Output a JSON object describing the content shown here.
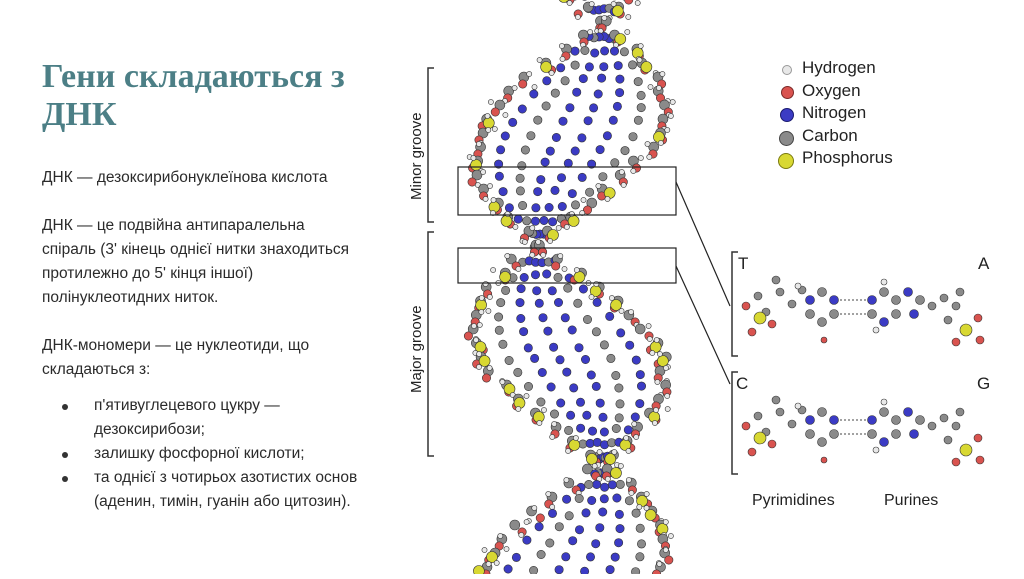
{
  "slide": {
    "title": "Гени складаються з ДНК",
    "paragraphs": [
      "ДНК — дезоксирибонуклеїнова кислота",
      "ДНК — це подвійна антипаралельна спіраль (3' кінець однієї нитки знаходиться протилежно до 5' кінця іншої) полінуклеотидних ниток.",
      "ДНК-мономери — це нуклеотиди, що складаються з:"
    ],
    "bullets": [
      "п'ятивуглецевого цукру — дезоксирибози;",
      "залишку фосфорної кислоти;",
      "та однієї з чотирьох азотистих основ (аденин, тимін, гуанін або цитозин)."
    ]
  },
  "figure": {
    "legend": [
      {
        "label": "Hydrogen",
        "color": "#e8e8e8"
      },
      {
        "label": "Oxygen",
        "color": "#d9534f"
      },
      {
        "label": "Nitrogen",
        "color": "#3b3bc4"
      },
      {
        "label": "Carbon",
        "color": "#8a8a8a"
      },
      {
        "label": "Phosphorus",
        "color": "#d8d832"
      }
    ],
    "grooves": {
      "minor": "Minor groove",
      "major": "Major groove"
    },
    "pairs": [
      {
        "left": "T",
        "right": "A"
      },
      {
        "left": "C",
        "right": "G"
      }
    ],
    "classes": {
      "pyrimidines": "Pyrimidines",
      "purines": "Purines"
    }
  }
}
